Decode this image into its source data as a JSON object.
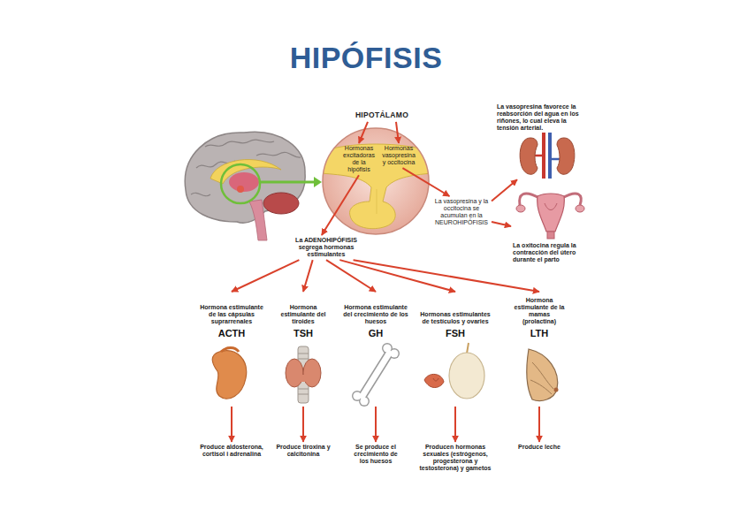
{
  "diagram": {
    "title": "HIPÓFISIS",
    "nodes": [
      {
        "text": [
          "HIPOTÁLAMO"
        ]
      },
      {
        "text": [
          "Hormonas excitadoras de la hipófisis"
        ]
      },
      {
        "text": [
          "Hormonas vasopresina y occitocina"
        ]
      },
      {
        "text": [
          "La ADENOHIPÓFISIS segrega hormonas estimulantes"
        ]
      },
      {
        "text": [
          "La vasopresina y la occitocina se acumulan en la NEUROHIPÓFISIS"
        ]
      },
      {
        "text": [
          "La vasopresina favorece la reabsorción del agua en los riñones, lo cual eleva la tensión arterial."
        ]
      },
      {
        "text": [
          "La oxitocina regula la contracción del útero durante el parto"
        ]
      },
      {
        "text": [
          "Hormona estimulante de las cápsulas suprarrenales",
          "ACTH"
        ]
      },
      {
        "text": [
          "Hormona estimulante del tiroides",
          "TSH"
        ]
      },
      {
        "text": [
          "Hormona estimulante del crecimiento de los huesos",
          "GH"
        ]
      },
      {
        "text": [
          "Hormonas estimulantes de testículos y ovaries",
          "FSH"
        ]
      },
      {
        "text": [
          "Hormona estimulante de la mamas (prolactina)",
          "LTH"
        ]
      },
      {
        "text": [
          "Produce aldosterona, cortisol i adrenalina"
        ]
      },
      {
        "text": [
          "Produce tiroxina y calcitonina"
        ]
      },
      {
        "text": [
          "Se produce el crecimiento de los huesos"
        ]
      },
      {
        "text": [
          "Producen hormonas sexuales (estrógenos, progesterona y testosterona) y gametos"
        ]
      },
      {
        "text": [
          "Produce leche"
        ]
      }
    ],
    "edges": [
      {
        "from": 0,
        "to": 1,
        "arrow": "to"
      },
      {
        "from": 0,
        "to": 2,
        "arrow": "to"
      },
      {
        "from": 1,
        "to": 3,
        "arrow": "to"
      },
      {
        "from": 2,
        "to": 4,
        "arrow": "to"
      },
      {
        "from": 4,
        "to": 5,
        "arrow": "to"
      },
      {
        "from": 4,
        "to": 6,
        "arrow": "to"
      },
      {
        "from": 3,
        "to": 7,
        "arrow": "to"
      },
      {
        "from": 3,
        "to": 8,
        "arrow": "to"
      },
      {
        "from": 3,
        "to": 9,
        "arrow": "to"
      },
      {
        "from": 3,
        "to": 10,
        "arrow": "to"
      },
      {
        "from": 3,
        "to": 11,
        "arrow": "to"
      },
      {
        "from": 7,
        "to": 12,
        "arrow": "to"
      },
      {
        "from": 8,
        "to": 13,
        "arrow": "to"
      },
      {
        "from": 9,
        "to": 14,
        "arrow": "to"
      },
      {
        "from": 10,
        "to": 15,
        "arrow": "to"
      },
      {
        "from": 11,
        "to": 16,
        "arrow": "to"
      }
    ]
  }
}
